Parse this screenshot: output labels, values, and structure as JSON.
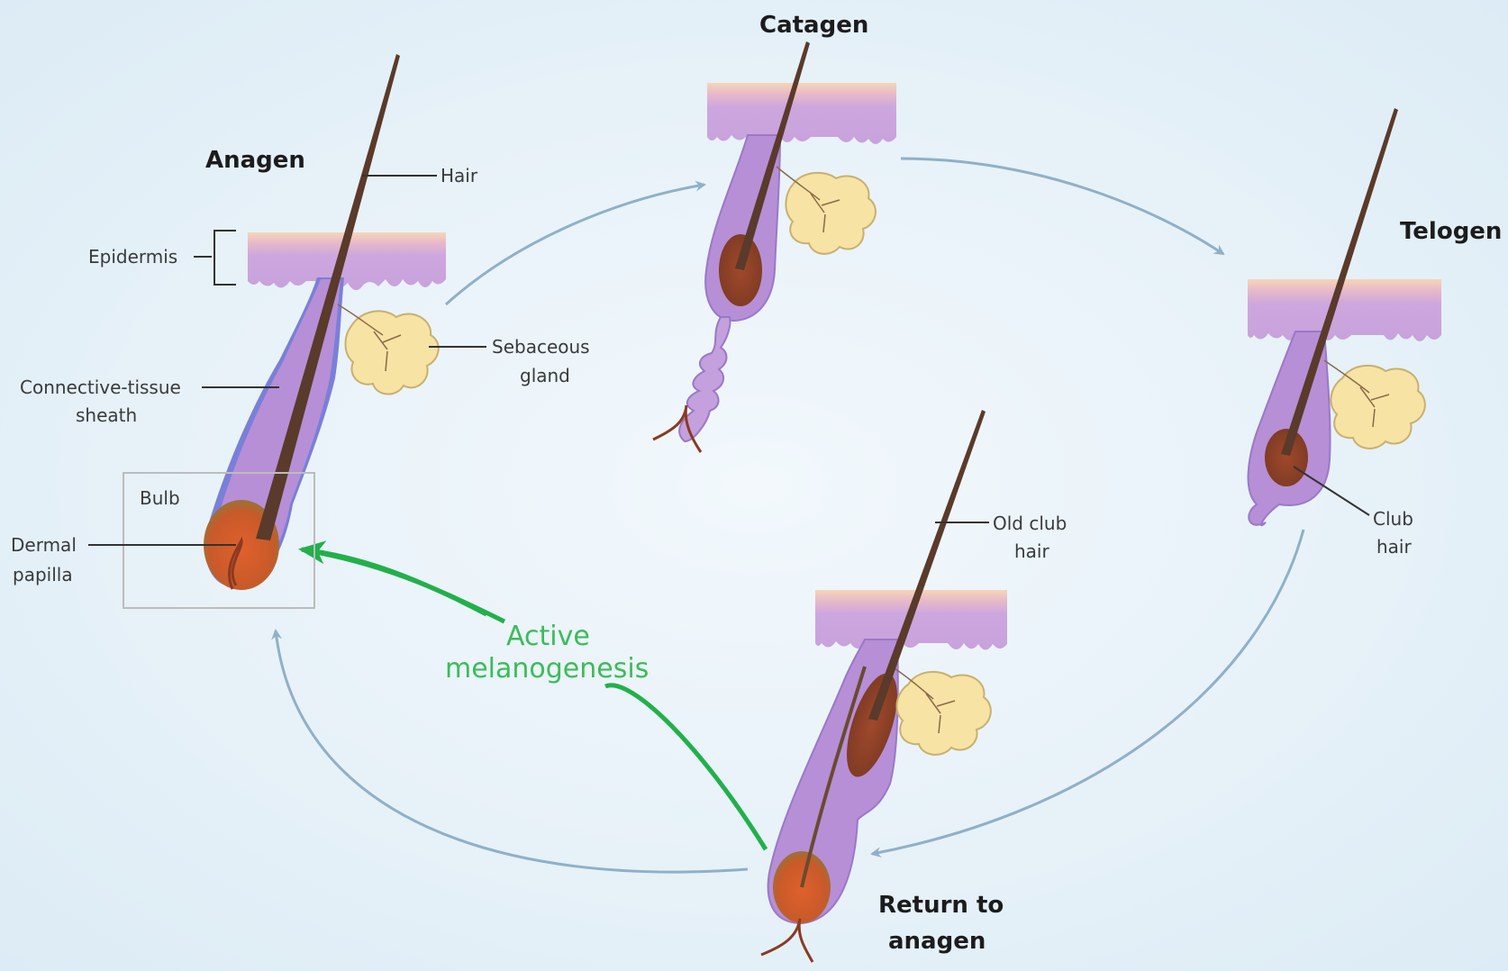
{
  "stages": {
    "anagen": "Anagen",
    "catagen": "Catagen",
    "telogen": "Telogen",
    "return_line1": "Return to",
    "return_line2": "anagen"
  },
  "labels": {
    "hair": "Hair",
    "epidermis": "Epidermis",
    "sebaceous_line1": "Sebaceous",
    "sebaceous_line2": "gland",
    "sheath_line1": "Connective-tissue",
    "sheath_line2": "sheath",
    "bulb": "Bulb",
    "dermal_line1": "Dermal",
    "dermal_line2": "papilla",
    "old_club_line1": "Old club",
    "old_club_line2": "hair",
    "club_line1": "Club",
    "club_line2": "hair"
  },
  "annotation": {
    "line1": "Active",
    "line2": "melanogenesis"
  },
  "colors": {
    "cycle_arrow": "#8fb0c8",
    "melanogenesis": "#22b04b",
    "skin_top": "#f2c9a8",
    "skin": "#cfa9dc",
    "gland": "#f7e3a4",
    "hair": "#5a3a2a",
    "bulb": "#d9542c"
  }
}
